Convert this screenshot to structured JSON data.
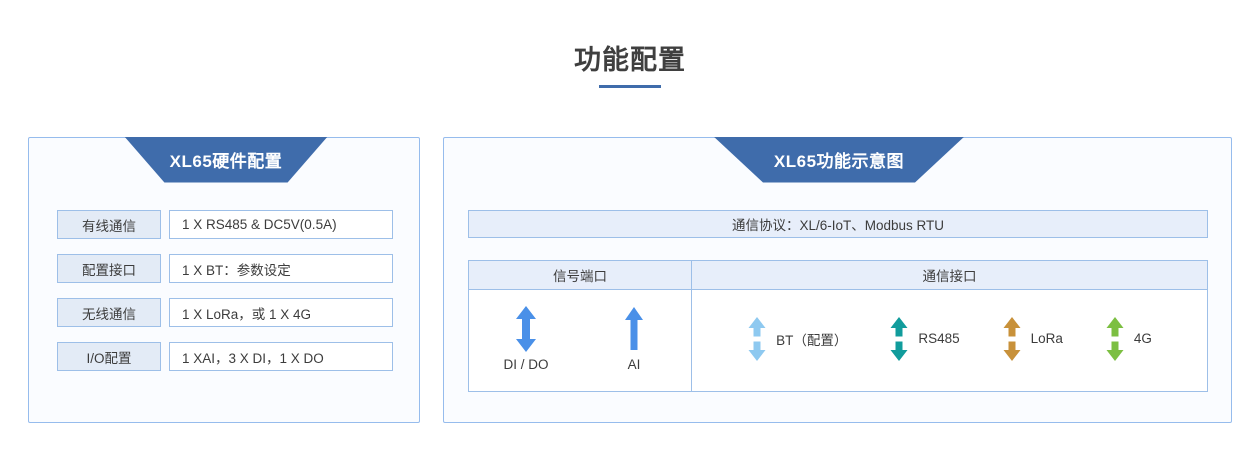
{
  "page": {
    "title": "功能配置"
  },
  "left_panel": {
    "banner_title": "XL65硬件配置",
    "rows": [
      {
        "key": "有线通信",
        "value": "1 X RS485 & DC5V(0.5A)"
      },
      {
        "key": "配置接口",
        "value": "1 X BT：参数设定"
      },
      {
        "key": "无线通信",
        "value": "1 X LoRa，或 1 X 4G"
      },
      {
        "key": "I/O配置",
        "value": "1 XAI，3 X DI，1 X DO"
      }
    ]
  },
  "right_panel": {
    "banner_title": "XL65功能示意图",
    "protocol": "通信协议：XL/6-IoT、Modbus RTU",
    "table": {
      "headers": {
        "signal": "信号端口",
        "comm": "通信接口"
      },
      "signal_ports": [
        {
          "label": "DI / DO",
          "icon": "double-arrow-icon",
          "direction": "bidirectional",
          "color": "#4a90e8"
        },
        {
          "label": "AI",
          "icon": "up-arrow-icon",
          "direction": "up",
          "color": "#4a90e8"
        }
      ],
      "comm_ports": [
        {
          "label": "BT（配置）",
          "icon": "double-arrow-icon",
          "direction": "bidirectional",
          "color": "#8ec9f0"
        },
        {
          "label": "RS485",
          "icon": "double-arrow-icon",
          "direction": "bidirectional",
          "color": "#119c9c"
        },
        {
          "label": "LoRa",
          "icon": "double-arrow-icon",
          "direction": "bidirectional",
          "color": "#c8913a"
        },
        {
          "label": "4G",
          "icon": "double-arrow-icon",
          "direction": "bidirectional",
          "color": "#7cbf42"
        }
      ]
    }
  },
  "colors": {
    "banner_blue": "#3f6cab",
    "panel_border": "#96bced",
    "cell_border": "#9dbfe8",
    "key_fill": "#e3ebf6",
    "bar_fill": "#e7eefa",
    "title_underline": "#3f6cab"
  }
}
